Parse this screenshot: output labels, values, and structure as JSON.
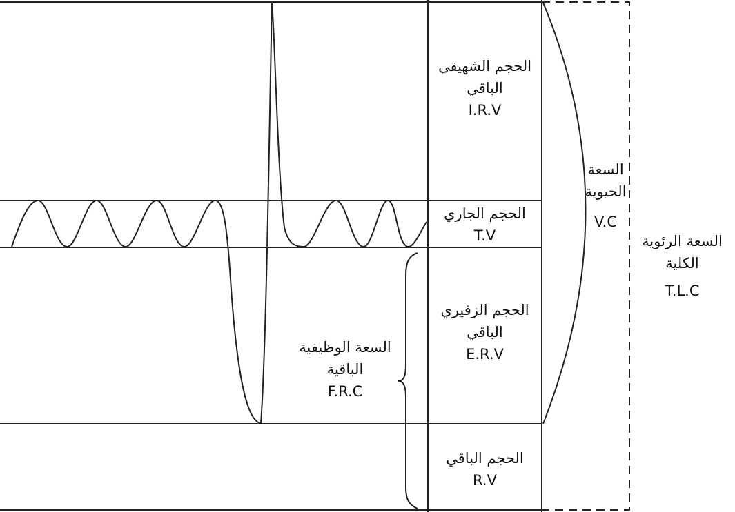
{
  "volumes": {
    "irv": {
      "line1": "الحجم الشهيقي",
      "line2": "الباقي",
      "abbr": "I.R.V"
    },
    "tv": {
      "line1": "الحجم الجاري",
      "abbr": "T.V"
    },
    "erv": {
      "line1": "الحجم الزفيري",
      "line2": "الباقي",
      "abbr": "E.R.V"
    },
    "rv": {
      "line1": "الحجم الباقي",
      "abbr": "R.V"
    }
  },
  "capacities": {
    "vc": {
      "line1": "السعة",
      "line2": "الحيوية",
      "abbr": "V.C"
    },
    "tlc": {
      "line1": "السعة الرئوية",
      "line2": "الكلية",
      "abbr": "T.L.C"
    },
    "frc": {
      "line1": "السعة الوظيفية",
      "line2": "الباقية",
      "abbr": "F.R.C"
    }
  }
}
